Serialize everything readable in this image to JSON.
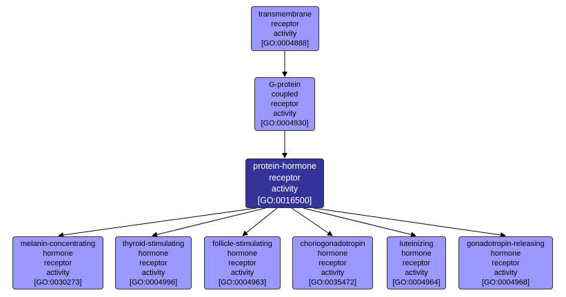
{
  "nodes": {
    "n0004888": {
      "lines": [
        "transmembrane",
        "receptor",
        "activity",
        "[GO:0004888]"
      ]
    },
    "n0004930": {
      "lines": [
        "G-protein",
        "coupled",
        "receptor",
        "activity",
        "[GO:0004930]"
      ]
    },
    "n0016500": {
      "lines": [
        "protein-hormone",
        "receptor",
        "activity",
        "[GO:0016500]"
      ]
    },
    "n0030273": {
      "lines": [
        "melanin-concentrating",
        "hormone",
        "receptor",
        "activity",
        "[GO:0030273]"
      ]
    },
    "n0004996": {
      "lines": [
        "thyroid-stimulating",
        "hormone",
        "receptor",
        "activity",
        "[GO:0004996]"
      ]
    },
    "n0004963": {
      "lines": [
        "follicle-stimulating",
        "hormone",
        "receptor",
        "activity",
        "[GO:0004963]"
      ]
    },
    "n0035472": {
      "lines": [
        "choriogonadotropin",
        "hormone",
        "receptor",
        "activity",
        "[GO:0035472]"
      ]
    },
    "n0004964": {
      "lines": [
        "luteinizing",
        "hormone",
        "receptor",
        "activity",
        "[GO:0004964]"
      ]
    },
    "n0004968": {
      "lines": [
        "gonadotropin-releasing",
        "hormone",
        "receptor",
        "activity",
        "[GO:0004968]"
      ]
    }
  },
  "colors": {
    "node_fill": "#9999ff",
    "focus_fill": "#333399",
    "focus_text": "#ffffff",
    "border": "#333333",
    "edge": "#000000"
  }
}
